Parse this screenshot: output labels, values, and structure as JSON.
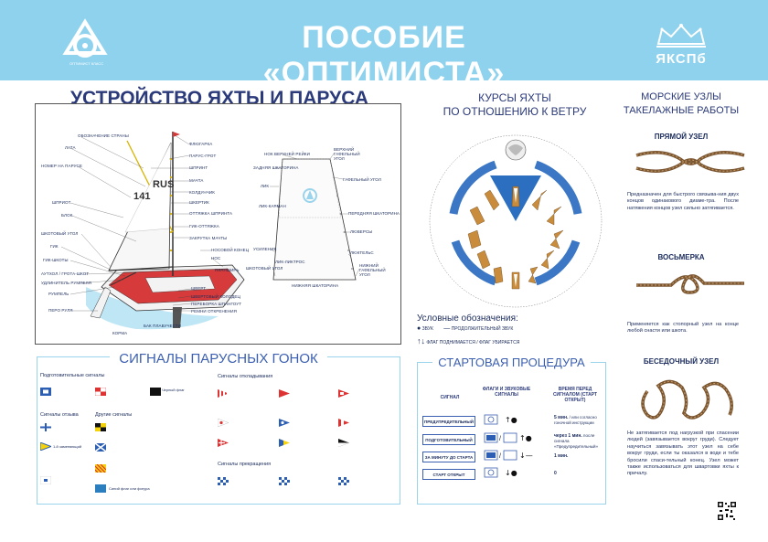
{
  "header": {
    "title": "ПОСОБИЕ «ОПТИМИСТА»",
    "left_logo_caption": "ОПТИМИСТ КЛАСС",
    "right_logo_abbr": "ЯКСПб"
  },
  "device": {
    "title": "УСТРОЙСТВО ЯХТЫ И ПАРУСА",
    "sail_text": "RUS",
    "sail_number": "141",
    "labels_left": [
      "ОБОЗНАЧЕНИЕ СТРАНЫ",
      "ЛАТА",
      "НОМЕР НА ПАРУСЕ",
      "ШПРИОТ",
      "БЛОК",
      "ШКОТОВЫЙ УГОЛ",
      "ГИК",
      "ГИК-ШКОТЫ",
      "АУТХОЛ / ГРОТА-ШКОТ",
      "УДЛИНИТЕЛЬ РУМПЕЛЯ",
      "РУМПЕЛЬ",
      "ПЕРО РУЛЯ"
    ],
    "labels_right": [
      "ФЛЮГАРКА",
      "ПАРУС-ГРОТ",
      "ШПРИНТ",
      "МАЧТА",
      "КОЛДУНЧИК",
      "ШКЕРТИК",
      "ОТТЯЖКА ШПРИНТА",
      "ГИК-ОТТЯЖКА",
      "ЗАКРУТКА МАЧТЫ",
      "НОСОВОЙ КОНЕЦ",
      "НОС",
      "ПЛАНШИРЬ",
      "ШВЕРТ",
      "ШВЕРТОВЫЙ КОЛОДЕЦ",
      "ПЕРЕБОРКА ШПАНГОУТ",
      "РЕМНИ ОТКРЕНЕНИЯ"
    ],
    "label_bottom_1": "КОРМА",
    "label_bottom_2": "БАК ПЛАВУЧЕСТИ",
    "sail_labels_left": [
      "НОК ВЕРХНЕЙ РЕЙКИ",
      "ЗАДНЯЯ ШКАТОРИНА",
      "ЛИК",
      "ЛИК-КАРМАН",
      "УСИЛЕНИЕ",
      "ШКОТОВЫЙ УГОЛ"
    ],
    "sail_labels_right": [
      "ВЕРХНИЙ ГАФЕЛЬНЫЙ УГОЛ",
      "ГАФЕЛЬНЫЙ УГОЛ",
      "ПЕРЕДНЯЯ ШКАТОРИНА",
      "ЛЮВЕРСЫ",
      "ЛЮКТЕЛЬС",
      "НИЖНИЙ ГАФЕЛЬНЫЙ УГОЛ"
    ],
    "sail_label_mid": "ЛИК-ЛИКТРОС",
    "sail_label_bottom": "НИЖНЯЯ ШКАТОРИНА"
  },
  "courses": {
    "title_line1": "КУРСЫ ЯХТЫ",
    "title_line2": "ПО ОТНОШЕНИЮ К ВЕТРУ"
  },
  "legend": {
    "title": "Условные обозначения:",
    "sound": "ЗВУК",
    "long_sound": "ПРОДОЛЖИТЕЛЬНЫЙ ЗВУК",
    "flags": "ФЛАГ ПОДНИМАЕТСЯ / ФЛАГ УБИРАЕТСЯ"
  },
  "signals": {
    "title": "СИГНАЛЫ ПАРУСНЫХ ГОНОК",
    "preparatory": "Подготовительные сигналы",
    "recall": "Сигналы отзыва",
    "other": "Другие сигналы",
    "postpone": "Сигналы откладывания",
    "abandon": "Сигналы прекращения",
    "black_flag": "Черный флаг",
    "blue_flag": "Синий флаг или фигура",
    "substitute": "1-й заменяющий"
  },
  "start": {
    "title": "СТАРТОВАЯ ПРОЦЕДУРА",
    "col_signal": "СИГНАЛ",
    "col_flags": "ФЛАГИ И ЗВУКОВЫЕ СИГНАЛЫ",
    "col_time": "ВРЕМЯ ПЕРЕД СИГНАЛОМ (СТАРТ ОТКРЫТ)",
    "rows": [
      {
        "name": "ПРЕДУПРЕДИТЕЛЬНЫЙ",
        "time_bold": "5 мин.",
        "time_rest": "/ или согласно гоночной инструкции"
      },
      {
        "name": "ПОДГОТОВИТЕЛЬНЫЙ",
        "time_bold": "через 1 мин.",
        "time_rest": "после сигнала «Предупредительный»"
      },
      {
        "name": "ЗА МИНУТУ ДО СТАРТА",
        "time_bold": "1 мин.",
        "time_rest": ""
      },
      {
        "name": "СТАРТ ОТКРЫТ",
        "time_bold": "0",
        "time_rest": ""
      }
    ]
  },
  "knots": {
    "title_line1": "МОРСКИЕ УЗЛЫ",
    "title_line2": "ТАКЕЛАЖНЫЕ РАБОТЫ",
    "items": [
      {
        "name": "ПРЯМОЙ УЗЕЛ",
        "desc": "Предназначен для быстрого связыва-ния двух концов одинакового диаме-тра. После натяжения концов узел сильно затягивается."
      },
      {
        "name": "ВОСЬМЕРКА",
        "desc": "Применяется как стопорный узел на конце любой снасти или шкота."
      },
      {
        "name": "БЕСЕДОЧНЫЙ УЗЕЛ",
        "desc": "Не затягивается под нагрузкой при спасении людей (завязывается вокруг груди). Следует научиться завязывать этот узел на себе вокруг груди, если ты оказался в воде и тебе бросили спаси-тельный конец. Узел может также использоваться для швартовки яхты к причалу."
      }
    ]
  },
  "colors": {
    "header": "#8fd2ee",
    "title": "#2b3a7a",
    "accent": "#3b5fb0",
    "rope": "#7a5632"
  }
}
